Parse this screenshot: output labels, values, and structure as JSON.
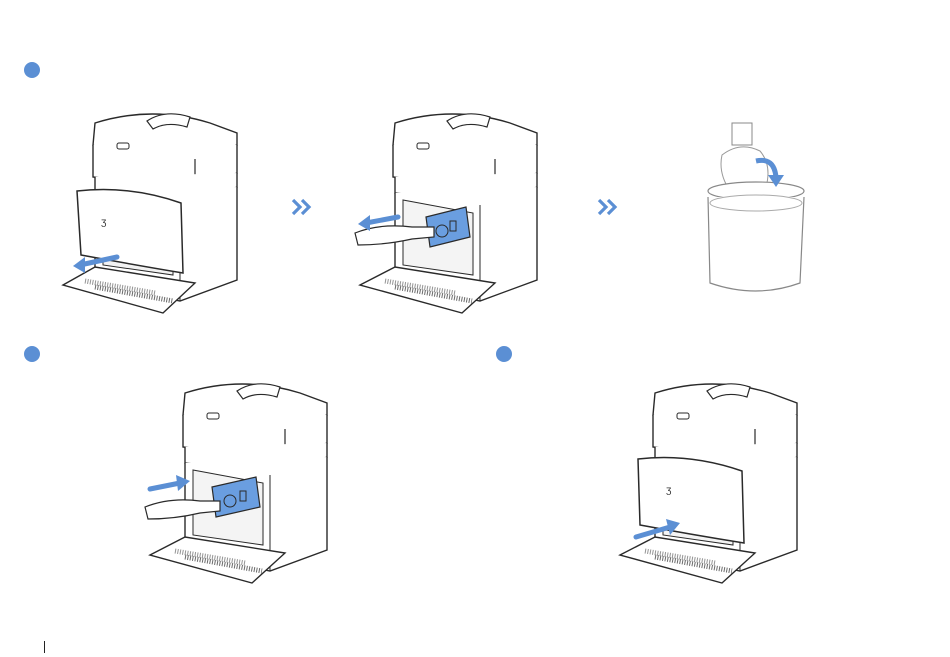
{
  "steps": [
    {
      "kind": "step-marker"
    },
    {
      "kind": "step-marker"
    },
    {
      "kind": "step-marker"
    }
  ],
  "colors": {
    "accent_blue": "#5b8fd4",
    "line": "#2a2a2a",
    "body_fill": "#ffffff",
    "shadow": "#e6e6e6",
    "part_blue": "#6a9ee0"
  },
  "icons": {
    "next": "chevron-double-right-icon",
    "arrow": "direction-arrow-icon",
    "rotate": "curved-arrow-icon"
  }
}
